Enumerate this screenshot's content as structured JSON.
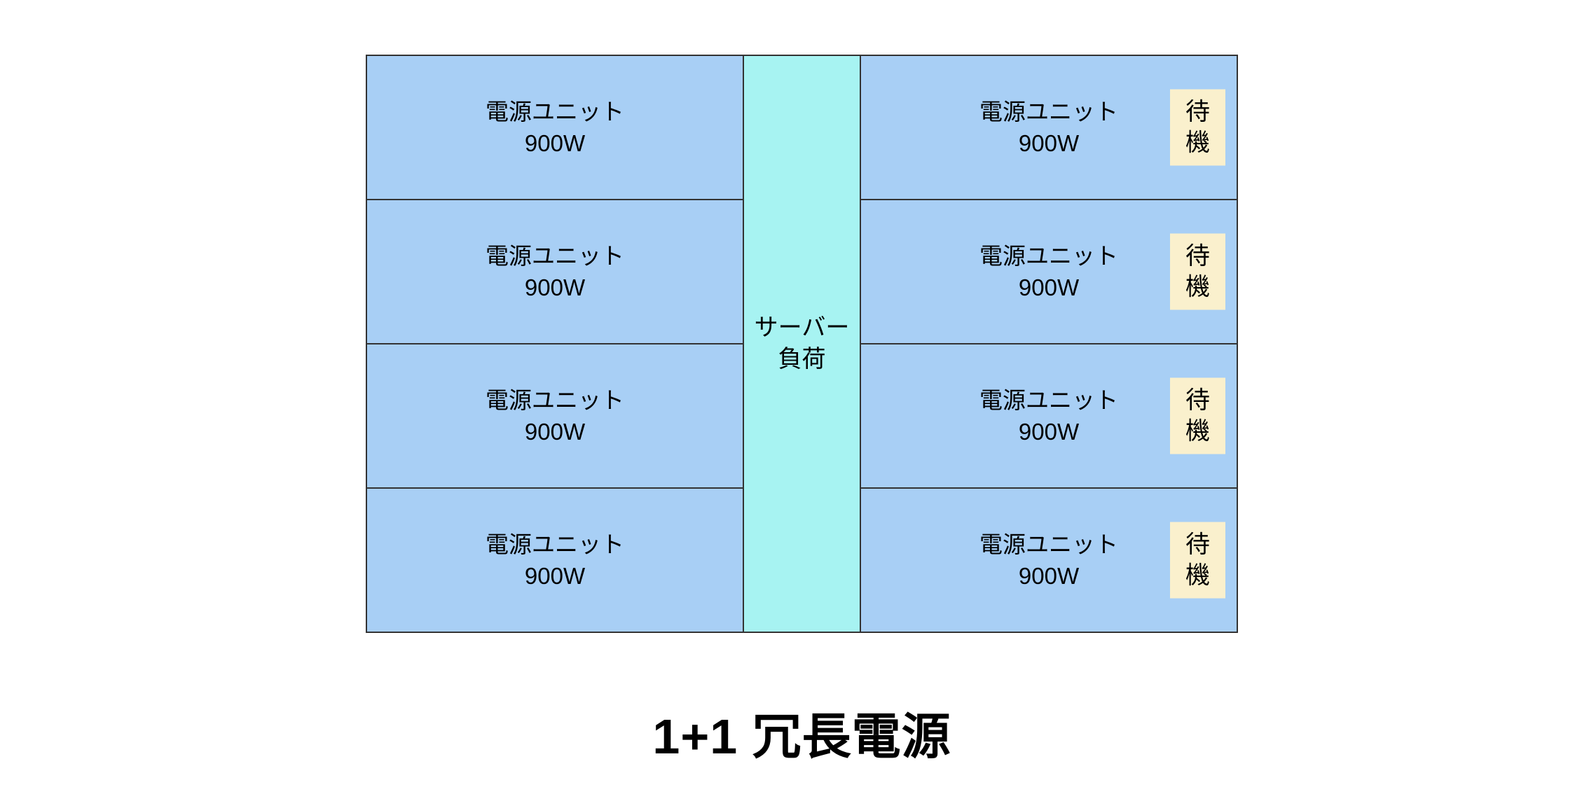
{
  "title": "1+1 冗長電源",
  "server_load": {
    "lines": [
      "サーバー",
      "負荷"
    ]
  },
  "left_units": [
    {
      "label": "電源ユニット",
      "wattage": "900W"
    },
    {
      "label": "電源ユニット",
      "wattage": "900W"
    },
    {
      "label": "電源ユニット",
      "wattage": "900W"
    },
    {
      "label": "電源ユニット",
      "wattage": "900W"
    }
  ],
  "right_units": [
    {
      "label": "電源ユニット",
      "wattage": "900W",
      "badge": "待機"
    },
    {
      "label": "電源ユニット",
      "wattage": "900W",
      "badge": "待機"
    },
    {
      "label": "電源ユニット",
      "wattage": "900W",
      "badge": "待機"
    },
    {
      "label": "電源ユニット",
      "wattage": "900W",
      "badge": "待機"
    }
  ],
  "colors": {
    "unit_fill": "#a8cff5",
    "load_fill": "#a7f3f2",
    "badge_fill": "#faf0cd",
    "border": "#333333",
    "background": "#ffffff",
    "text": "#000000"
  }
}
